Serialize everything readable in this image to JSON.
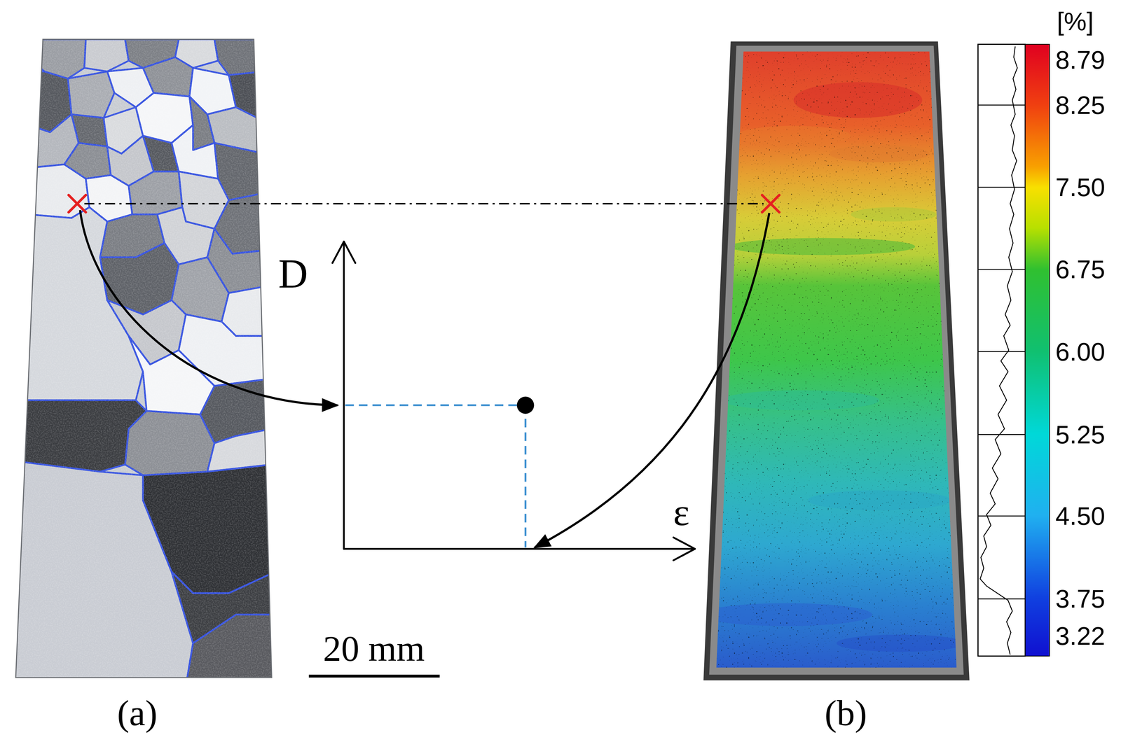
{
  "diagram": {
    "labels": [
      "D",
      "ε",
      "[%]",
      "8.79",
      "8.25",
      "7.50",
      "6.75",
      "6.00",
      "5.25",
      "4.50",
      "3.75",
      "3.22",
      "20 mm",
      "(a)",
      "(b)"
    ]
  }
}
